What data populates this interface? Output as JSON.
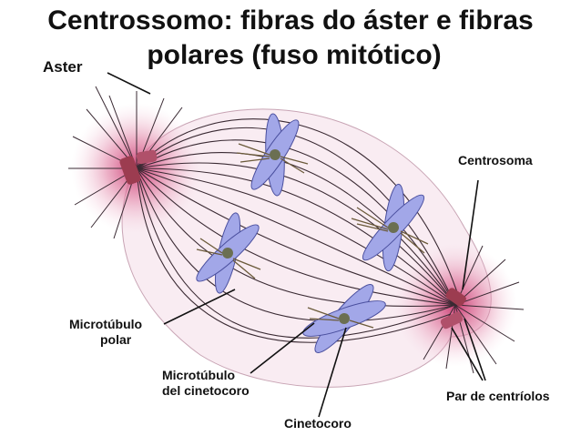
{
  "title": {
    "line1": "Centrossomo: fibras do áster e fibras",
    "line2": "polares (fuso mitótico)"
  },
  "labels": {
    "aster": "Aster",
    "centrosoma": "Centrosoma",
    "microtubulo_polar_1": "Microtúbulo",
    "microtubulo_polar_2": "polar",
    "microtubulo_cinetocoro_1": "Microtúbulo",
    "microtubulo_cinetocoro_2": "del cinetocoro",
    "cinetocoro": "Cinetocoro",
    "par_centriolos": "Par de centríolos"
  },
  "colors": {
    "aster_glow": "#d4407a",
    "spindle_fill": "#f7e6ee",
    "fiber": "#3a2a33",
    "chromosome": "#9ea3e6",
    "chromosome_edge": "#4a4f9e",
    "centriole": "#a8485c",
    "kinetochore": "#6b6f52"
  }
}
